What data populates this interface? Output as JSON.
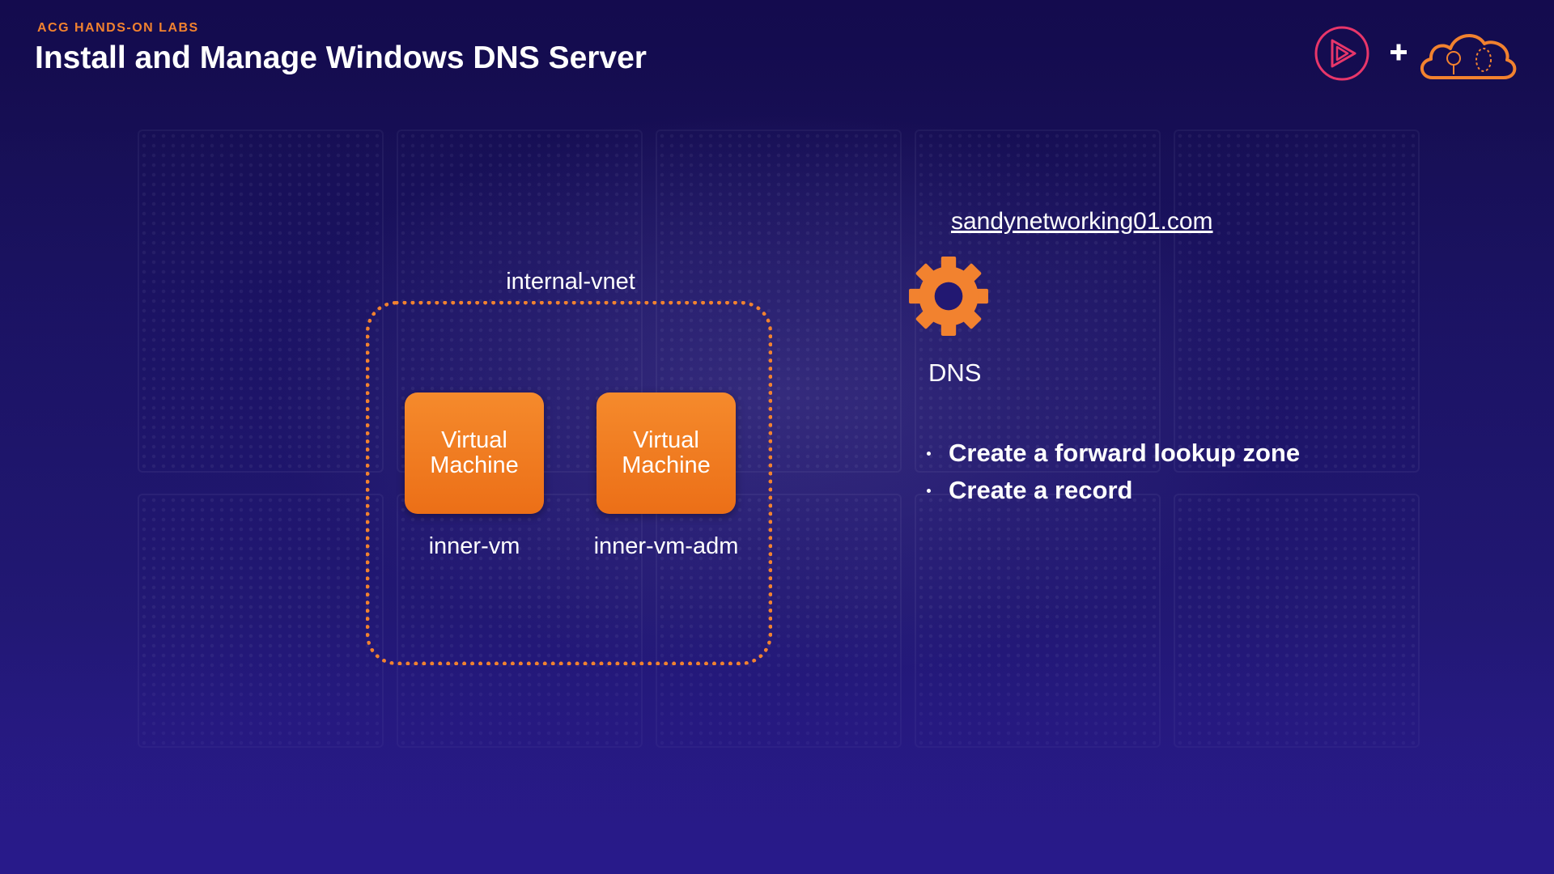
{
  "header": {
    "eyebrow": "ACG HANDS-ON LABS",
    "title": "Install and Manage Windows DNS Server"
  },
  "brand": {
    "play_logo_icon": "pluralsight-play-logo-icon",
    "plus": "+",
    "cloud_logo_icon": "acg-cloud-logo-icon"
  },
  "diagram": {
    "vnet": {
      "label": "internal-vnet"
    },
    "vms": [
      {
        "tile_label": "Virtual Machine",
        "name": "inner-vm"
      },
      {
        "tile_label": "Virtual Machine",
        "name": "inner-vm-adm"
      }
    ],
    "dns": {
      "domain": "sandynetworking01.com",
      "icon": "gear-icon",
      "label": "DNS",
      "tasks": [
        "Create a forward lookup zone",
        "Create a record"
      ]
    }
  },
  "colors": {
    "accent": "#f2822f",
    "background": "#1c1466",
    "text": "#ffffff",
    "brand_red": "#e8366a"
  }
}
